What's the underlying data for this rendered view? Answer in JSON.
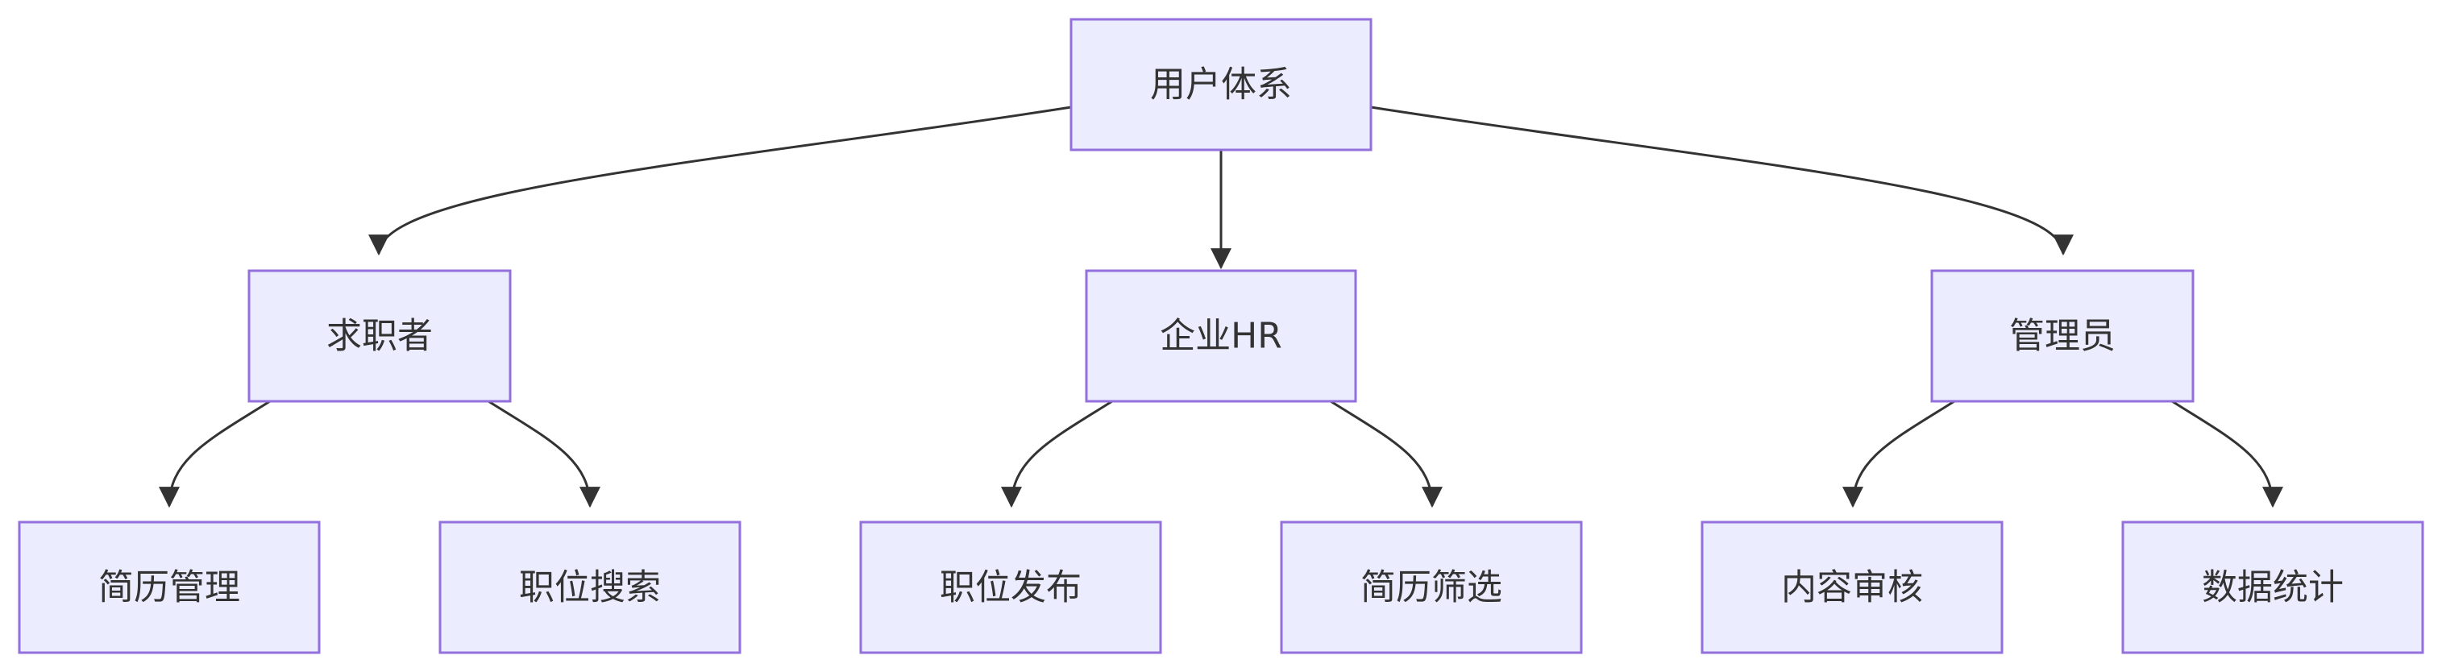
{
  "diagram": {
    "type": "tree",
    "colors": {
      "node_fill": "#ececff",
      "node_stroke": "#9370db",
      "edge": "#333333",
      "text": "#333333"
    },
    "root": {
      "label": "用户体系"
    },
    "children": [
      {
        "label": "求职者",
        "children": [
          {
            "label": "简历管理"
          },
          {
            "label": "职位搜索"
          }
        ]
      },
      {
        "label": "企业HR",
        "children": [
          {
            "label": "职位发布"
          },
          {
            "label": "简历筛选"
          }
        ]
      },
      {
        "label": "管理员",
        "children": [
          {
            "label": "内容审核"
          },
          {
            "label": "数据统计"
          }
        ]
      }
    ]
  }
}
